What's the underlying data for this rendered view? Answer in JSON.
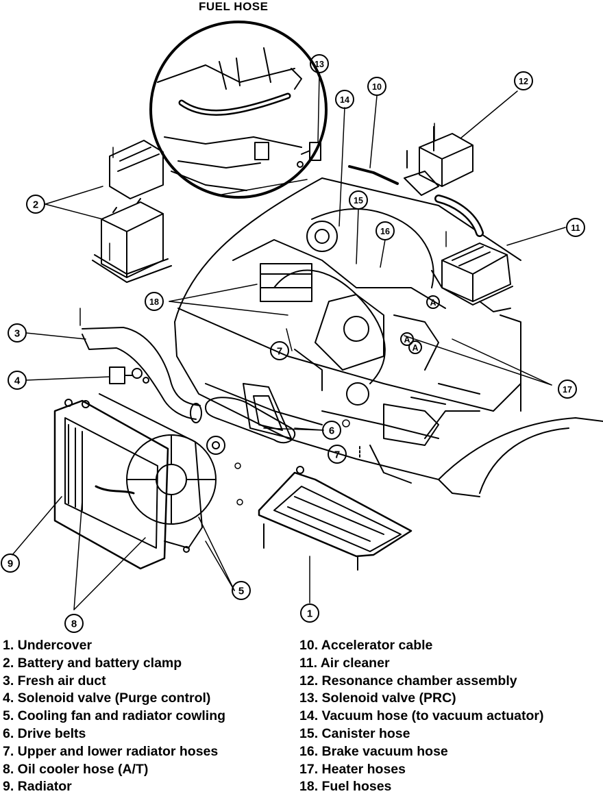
{
  "title": "FUEL HOSE",
  "callouts": [
    "1",
    "2",
    "3",
    "4",
    "5",
    "6",
    "7",
    "7",
    "8",
    "9",
    "10",
    "11",
    "12",
    "13",
    "14",
    "15",
    "16",
    "17",
    "18"
  ],
  "marks": [
    "A",
    "A",
    "A"
  ],
  "legend_left": [
    "1. Undercover",
    "2. Battery and battery clamp",
    "3. Fresh air duct",
    "4. Solenoid valve (Purge control)",
    "5. Cooling fan and radiator cowling",
    "6. Drive belts",
    "7. Upper and lower radiator hoses",
    "8. Oil cooler hose (A/T)",
    "9. Radiator"
  ],
  "legend_right": [
    "10. Accelerator cable",
    "11. Air cleaner",
    "12. Resonance chamber assembly",
    "13. Solenoid valve (PRC)",
    "14. Vacuum hose (to vacuum actuator)",
    "15. Canister hose",
    "16. Brake vacuum hose",
    "17. Heater hoses",
    "18. Fuel hoses"
  ]
}
